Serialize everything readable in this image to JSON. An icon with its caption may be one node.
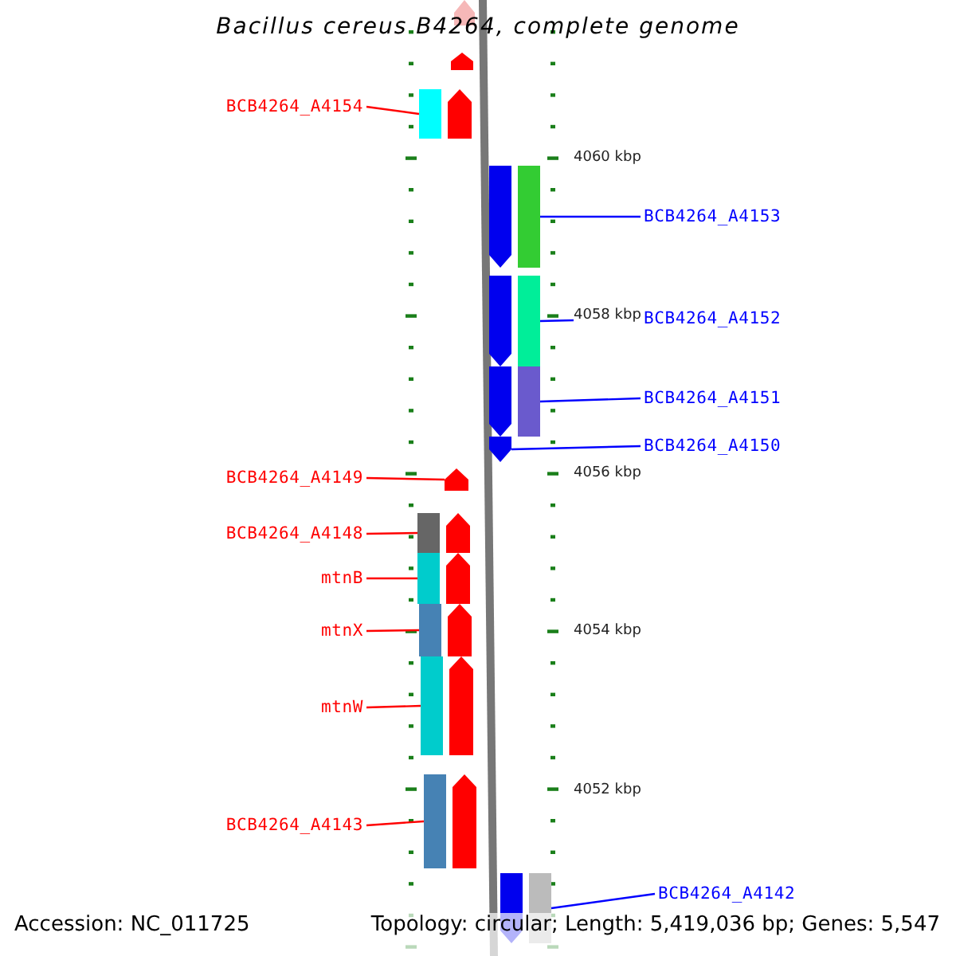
{
  "diagram": {
    "title": "Bacillus cereus B4264, complete genome",
    "nodes": [
      {
        "text": [
          "BCB4264_A4154"
        ]
      },
      {
        "text": [
          "BCB4264_A4153"
        ]
      },
      {
        "text": [
          "BCB4264_A4152"
        ]
      },
      {
        "text": [
          "BCB4264_A4151"
        ]
      },
      {
        "text": [
          "BCB4264_A4150"
        ]
      },
      {
        "text": [
          "BCB4264_A4149"
        ]
      },
      {
        "text": [
          "BCB4264_A4148"
        ]
      },
      {
        "text": [
          "mtnB"
        ]
      },
      {
        "text": [
          "mtnX"
        ]
      },
      {
        "text": [
          "mtnW"
        ]
      },
      {
        "text": [
          "BCB4264_A4143"
        ]
      },
      {
        "text": [
          "BCB4264_A4142"
        ]
      },
      {
        "text": [],
        "shape": "arrow"
      },
      {
        "text": [],
        "shape": "arrow"
      },
      {
        "text": [],
        "shape": "arrow"
      },
      {
        "text": [],
        "shape": "arrow"
      },
      {
        "text": [],
        "shape": "arrow"
      },
      {
        "text": [],
        "shape": "arrow"
      },
      {
        "text": [],
        "shape": "arrow"
      },
      {
        "text": [],
        "shape": "arrow"
      },
      {
        "text": [],
        "shape": "arrow"
      },
      {
        "text": [],
        "shape": "arrow"
      },
      {
        "text": [],
        "shape": "arrow"
      },
      {
        "text": [],
        "shape": "arrow"
      }
    ],
    "edges": [
      {
        "from": 0,
        "to": 12,
        "arrow": "none"
      },
      {
        "from": 1,
        "to": 13,
        "arrow": "none",
        "color": "#0000ff"
      },
      {
        "from": 2,
        "to": 14,
        "arrow": "none",
        "color": "#0000ff"
      },
      {
        "from": 3,
        "to": 15,
        "arrow": "none",
        "color": "#0000ff"
      },
      {
        "from": 4,
        "to": 16,
        "arrow": "none",
        "color": "#0000ff"
      },
      {
        "from": 5,
        "to": 17,
        "arrow": "none"
      },
      {
        "from": 6,
        "to": 18,
        "arrow": "none"
      },
      {
        "from": 7,
        "to": 19,
        "arrow": "none"
      },
      {
        "from": 8,
        "to": 20,
        "arrow": "none"
      },
      {
        "from": 9,
        "to": 21,
        "arrow": "none"
      },
      {
        "from": 10,
        "to": 22,
        "arrow": "none"
      },
      {
        "from": 11,
        "to": 23,
        "arrow": "none",
        "color": "#0000ff"
      }
    ],
    "labels": [
      "4060 kbp",
      "4058 kbp",
      "4056 kbp",
      "4054 kbp",
      "4052 kbp",
      "Accession: NC_011725",
      "Topology: circular; Length: 5,419,036 bp; Genes: 5,547"
    ]
  }
}
